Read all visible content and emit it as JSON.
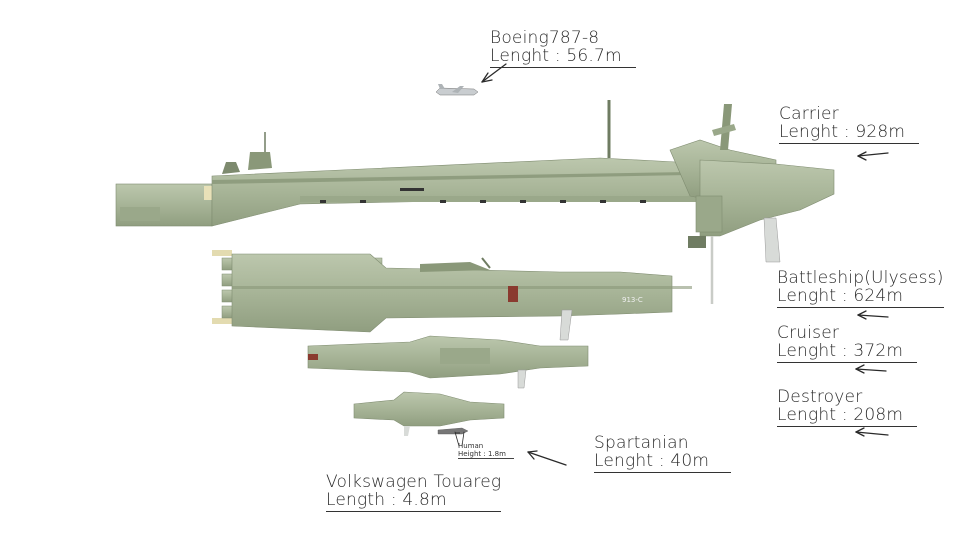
{
  "labels": {
    "boeing": {
      "name": "Boeing787-8",
      "length": "Lenght : 56.7m"
    },
    "carrier": {
      "name": "Carrier",
      "length": "Lenght : 928m"
    },
    "battleship": {
      "name": "Battleship(Ulysess)",
      "length": "Lenght : 624m"
    },
    "cruiser": {
      "name": "Cruiser",
      "length": "Lenght : 372m"
    },
    "destroyer": {
      "name": "Destroyer",
      "length": "Lenght : 208m"
    },
    "spartanian": {
      "name": "Spartanian",
      "length": "Lenght : 40m"
    },
    "touareg": {
      "name": "Volkswagen Touareg",
      "length": "Length : 4.8m"
    },
    "human": {
      "name": "Human",
      "length": "Height : 1.8m"
    }
  },
  "hull_marking": "913-C",
  "colors": {
    "hull": "#a7b497",
    "hull_light": "#b6c2a6",
    "hull_dark": "#8a9879",
    "ink": "#2a2a2a"
  }
}
